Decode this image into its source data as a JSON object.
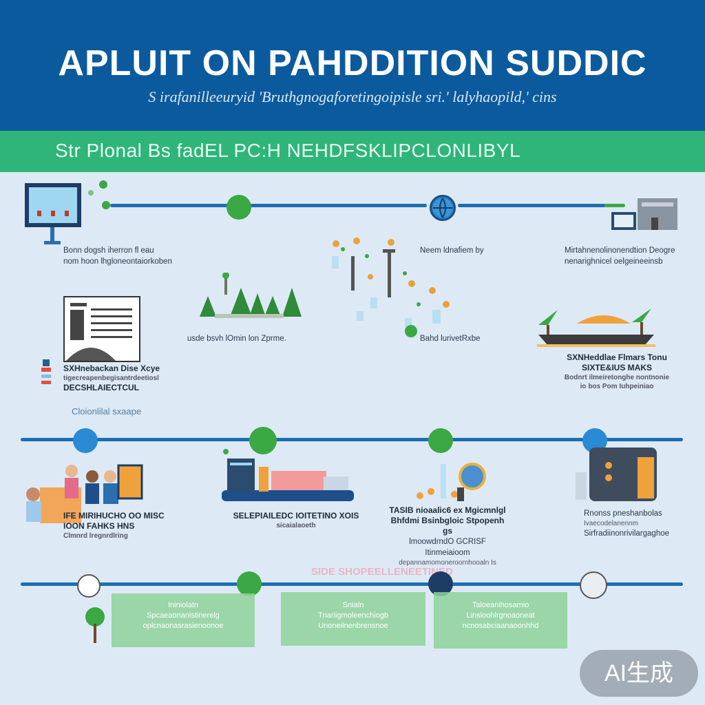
{
  "header": {
    "title": "APLUIT ON PAHDDITION SUDDIC",
    "subtitle": "S irafanilleeuryid 'Bruthgnogaforetingoipisle sri.' lalyhaopild,' cins"
  },
  "band": {
    "text": "Str Plonal Bs fadEL PC:H NEHDFSKLIPCLONLIBYL"
  },
  "row1": {
    "left_label": [
      "Bonn dogsh iherron fl eau",
      "nom hoon lhgloneontaiorkoben"
    ],
    "middle_label": "Neem ldnafiem by",
    "right_label": [
      "Mirtahnenolinonendtion Deogre",
      "nenarighnicel oelgeineeinsb"
    ]
  },
  "row2": {
    "doc_label": [
      "SXHnebackan Dise Xcye",
      "tigecreapenbegisantrdeetiosl",
      "DECSHLAIECTCUL"
    ],
    "forest_label": "usde bsvh lOmin lon Zprme.",
    "garden_label": "Bahd lurivetRxbe",
    "structure_label": [
      "SXNHeddlae Flmars Tonu",
      "SIXTE&IUS MAKS",
      "Bodnrt ilmeiretonghe nontnonie",
      "io bos Pom Iuhpeiniao"
    ]
  },
  "section_label": "Cloionlilal sxaape",
  "row3": {
    "people_label": [
      "IFE MIRIHUCHO OO MISC",
      "IOON FAHKS HNS",
      "Clmnrd lregnrdlring"
    ],
    "factory_label": [
      "SELEPIAILEDC IOITETINO XOIS",
      "sicaialaoeth"
    ],
    "lab_label": [
      "TASIB nioaalic6 ex Mgicmnlgl",
      "Bhfdmi Bsinbgloic Stpopenh gs",
      "lmoowdrndO GCRISF Itinmeiaioom",
      "depannamomoneroornhooaln Is"
    ],
    "machine_label": [
      "Rnonss pneshanbolas",
      "Ivaecodelanennm",
      "Sirfradiinonrivilargaghoe"
    ]
  },
  "row4": {
    "header_text": "SIDE SHOPEELLENEETINED",
    "card1": [
      "Ininiolatn",
      "Spcaeaonanistinerelg",
      "oplcnaonasrasienoonoe"
    ],
    "card2": [
      "Snialn",
      "Tnariigmoleenchiogb",
      "Unoneilnenbrensnoe"
    ],
    "card3": [
      "Taloeanihosamio",
      "Linsloohlrgnoaoneat",
      "ncnosabciaanaoonhhd"
    ]
  },
  "badge": {
    "text": "AI生成"
  },
  "colors": {
    "header": "#0b5a9e",
    "band": "#2fb57a",
    "line": "#1b6fb2",
    "node_green": "#3aa843",
    "background": "#dde9f5"
  }
}
